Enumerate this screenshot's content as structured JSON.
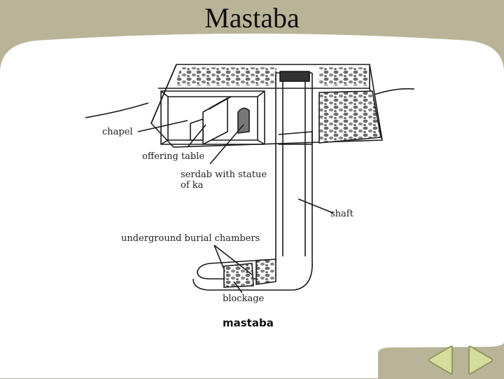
{
  "slide": {
    "title": "Mastaba"
  },
  "diagram": {
    "labels": {
      "chapel": "chapel",
      "offering_table": "offering table",
      "serdab_line1": "serdab with statue",
      "serdab_line2": "of ka",
      "shaft": "shaft",
      "burial_chambers": "underground burial chambers",
      "blockage": "blockage"
    },
    "caption": "mastaba"
  },
  "navigation": {
    "prev_icon": "triangle-left-icon",
    "next_icon": "triangle-right-icon"
  },
  "colors": {
    "frame": "#b9b498",
    "panel": "#ffffff",
    "button_fill": "#d6dc9e",
    "button_edge": "#8f9a5e"
  }
}
